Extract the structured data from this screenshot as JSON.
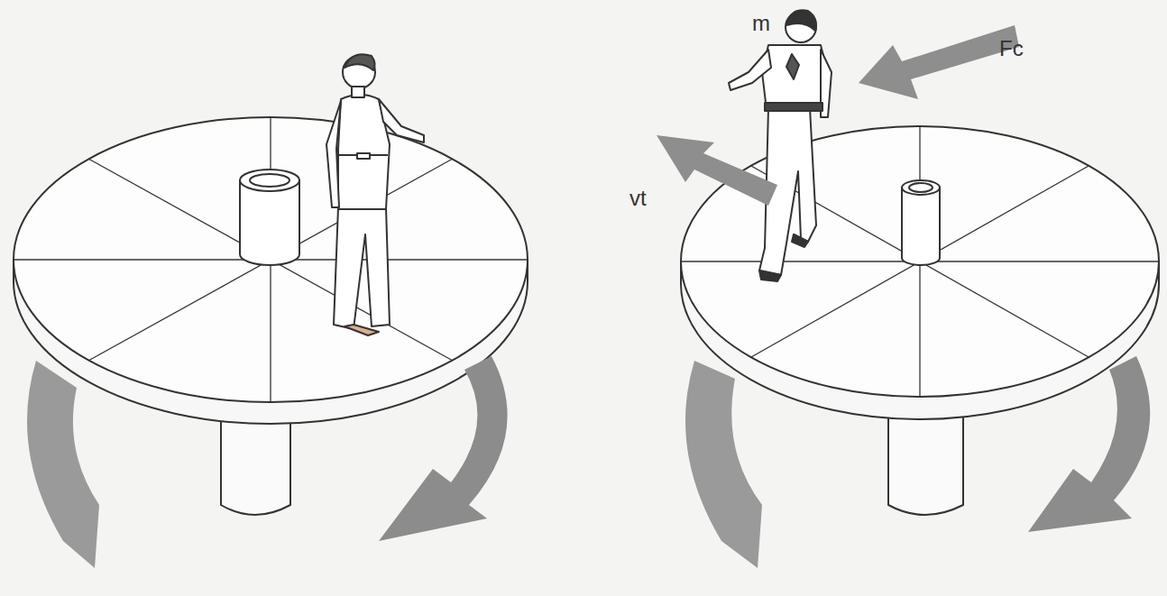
{
  "diagram": {
    "labels": [
      "m",
      "Fc",
      "vt"
    ]
  }
}
